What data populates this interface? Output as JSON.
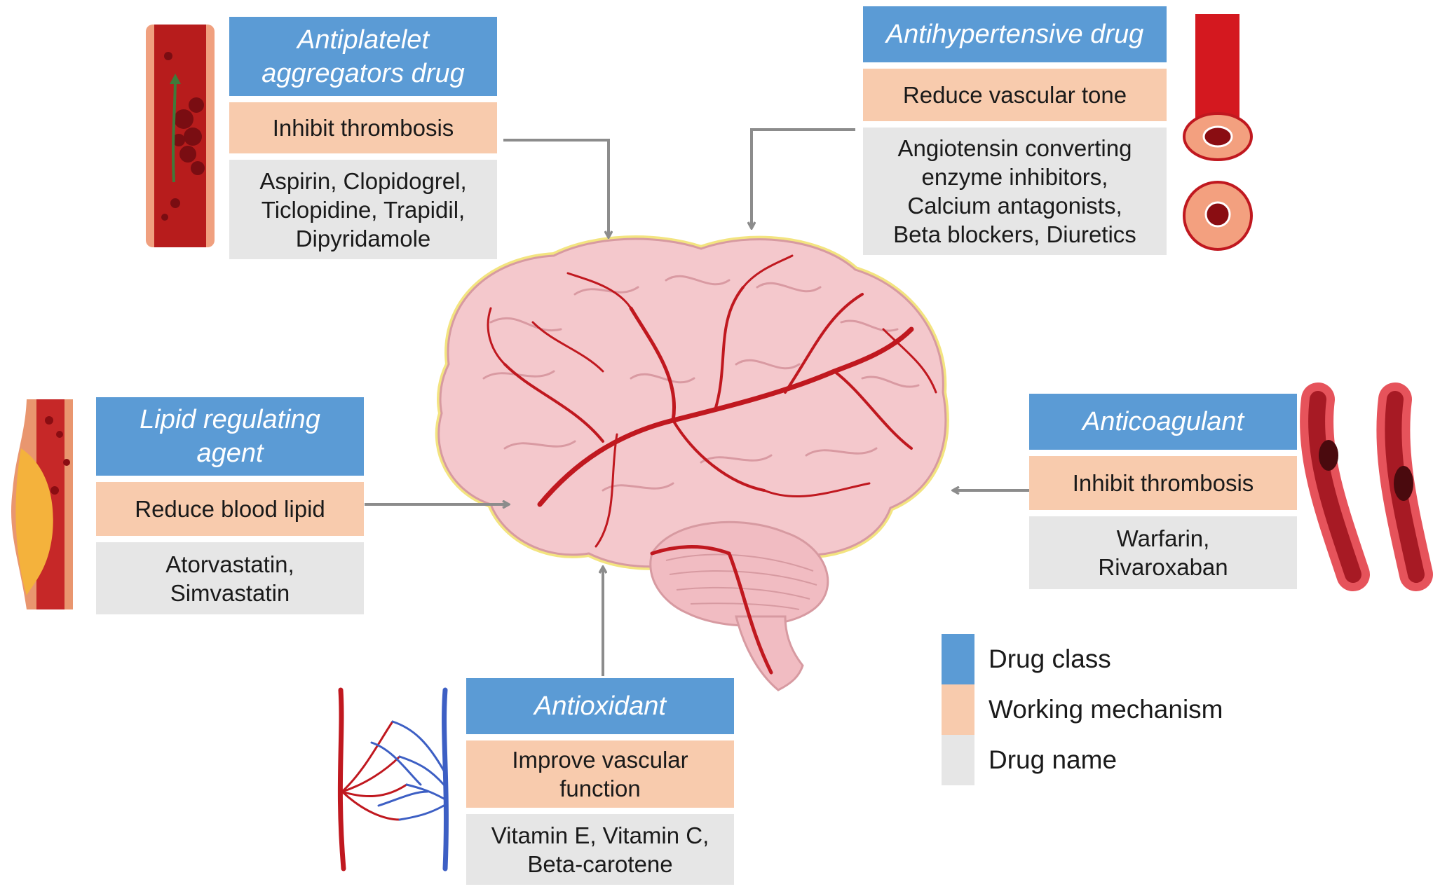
{
  "colors": {
    "drug_class": "#5b9bd5",
    "mechanism": "#f8cbad",
    "drug_name": "#e6e6e6",
    "arrow": "#8c8c8c",
    "brain": "#f4c8cc",
    "vessel": "#c0181f"
  },
  "cards": {
    "antiplatelet": {
      "class": "Antiplatelet\naggregators drug",
      "mechanism": "Inhibit thrombosis",
      "drugs": "Aspirin, Clopidogrel,\nTiclopidine, Trapidil,\nDipyridamole"
    },
    "antihypertensive": {
      "class": "Antihypertensive drug",
      "mechanism": "Reduce vascular tone",
      "drugs": "Angiotensin converting\nenzyme inhibitors,\nCalcium antagonists,\nBeta blockers, Diuretics"
    },
    "lipid": {
      "class": "Lipid regulating\nagent",
      "mechanism": "Reduce blood lipid",
      "drugs": "Atorvastatin,\nSimvastatin"
    },
    "anticoagulant": {
      "class": "Anticoagulant",
      "mechanism": "Inhibit thrombosis",
      "drugs": "Warfarin,\nRivaroxaban"
    },
    "antioxidant": {
      "class": "Antioxidant",
      "mechanism": "Improve vascular\nfunction",
      "drugs": "Vitamin E, Vitamin C,\nBeta-carotene"
    }
  },
  "legend": [
    {
      "label": "Drug class",
      "color": "#5b9bd5"
    },
    {
      "label": "Working mechanism",
      "color": "#f8cbad"
    },
    {
      "label": "Drug name",
      "color": "#e6e6e6"
    }
  ],
  "icons": {
    "brain": "brain-illustration-icon",
    "artery_thrombus": "artery-thrombus-icon",
    "artery_narrowed": "artery-cross-section-icon",
    "artery_plaque": "artery-plaque-icon",
    "clotted_vessels": "clotted-vessels-icon",
    "capillary_network": "capillary-network-icon"
  }
}
